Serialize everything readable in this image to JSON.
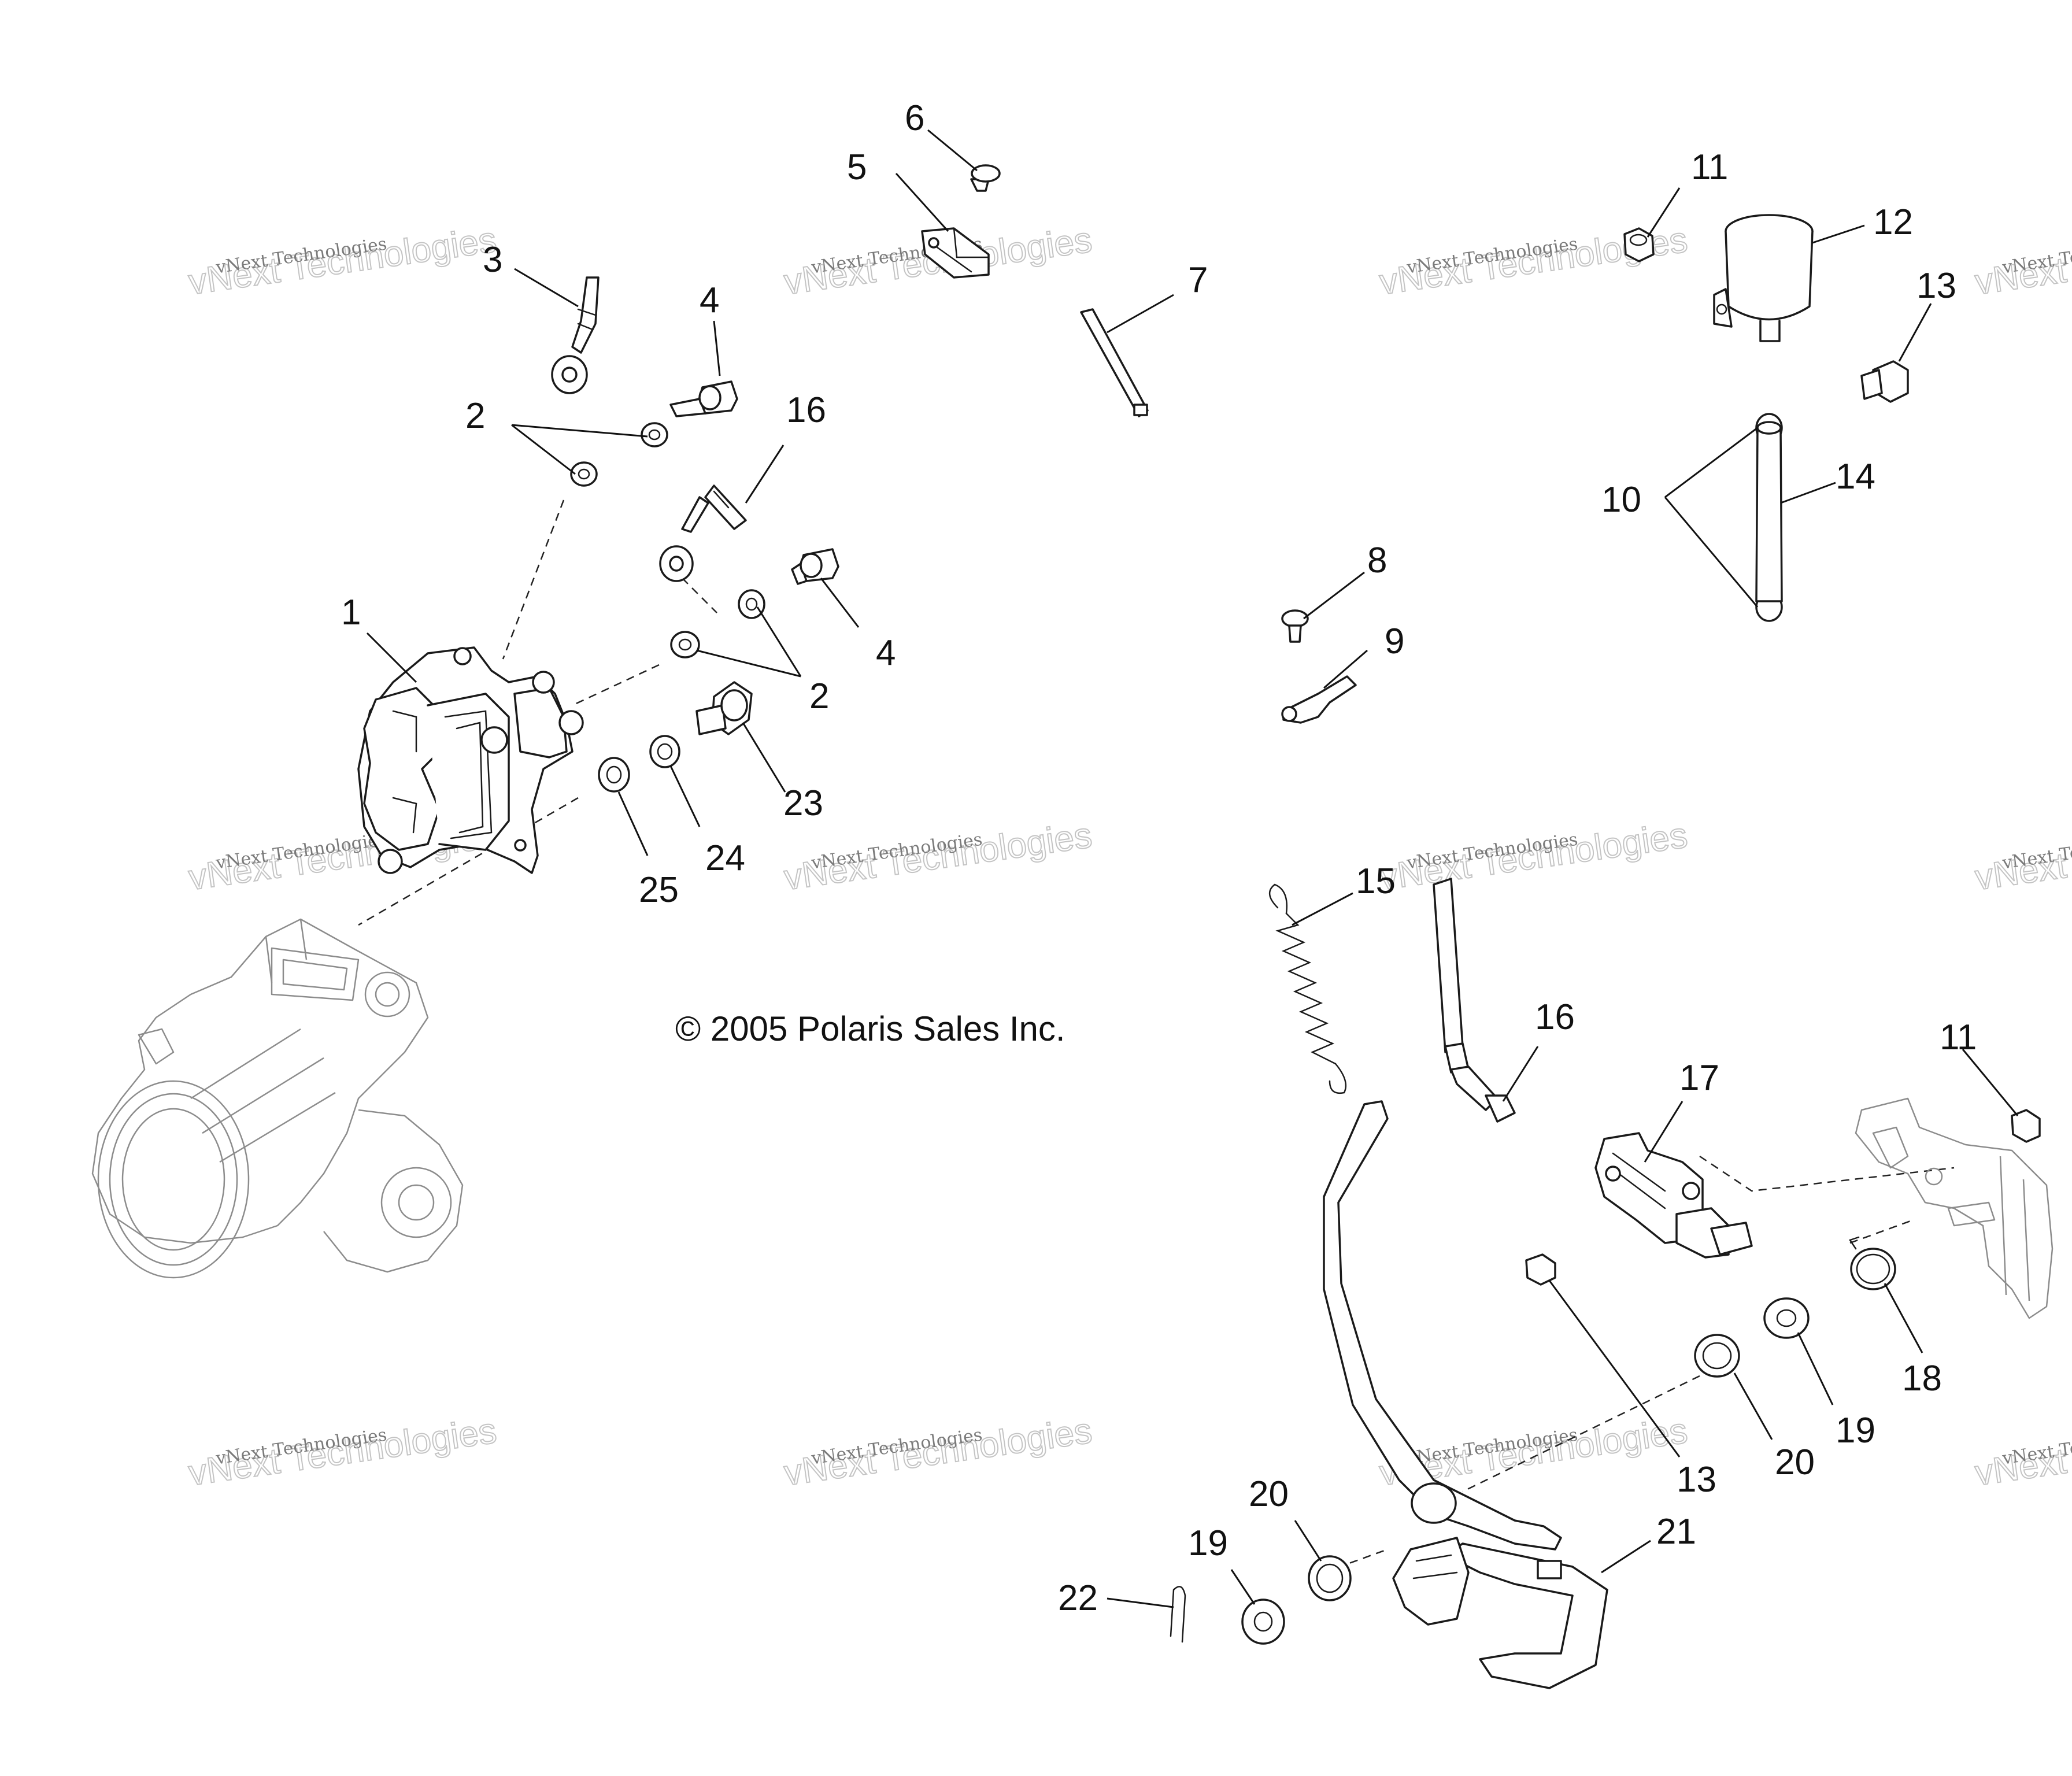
{
  "copyright": "© 2005 Polaris Sales Inc.",
  "watermark": {
    "small_text": "vNext Technologies",
    "large_text": "vNext Technologies"
  },
  "callouts": {
    "n1": "1",
    "n2a": "2",
    "n2b": "2",
    "n3": "3",
    "n4a": "4",
    "n4b": "4",
    "n5": "5",
    "n6": "6",
    "n7": "7",
    "n8": "8",
    "n9": "9",
    "n10": "10",
    "n11a": "11",
    "n11b": "11",
    "n12": "12",
    "n13a": "13",
    "n13b": "13",
    "n14": "14",
    "n15": "15",
    "n16a": "16",
    "n16b": "16",
    "n17": "17",
    "n18": "18",
    "n19a": "19",
    "n19b": "19",
    "n20a": "20",
    "n20b": "20",
    "n21": "21",
    "n22": "22",
    "n23": "23",
    "n24": "24",
    "n25": "25"
  },
  "colors": {
    "line": "#1a1a1a",
    "ghost_line": "#8c8c8c",
    "watermark": "#c4c4c4",
    "background": "#ffffff"
  }
}
